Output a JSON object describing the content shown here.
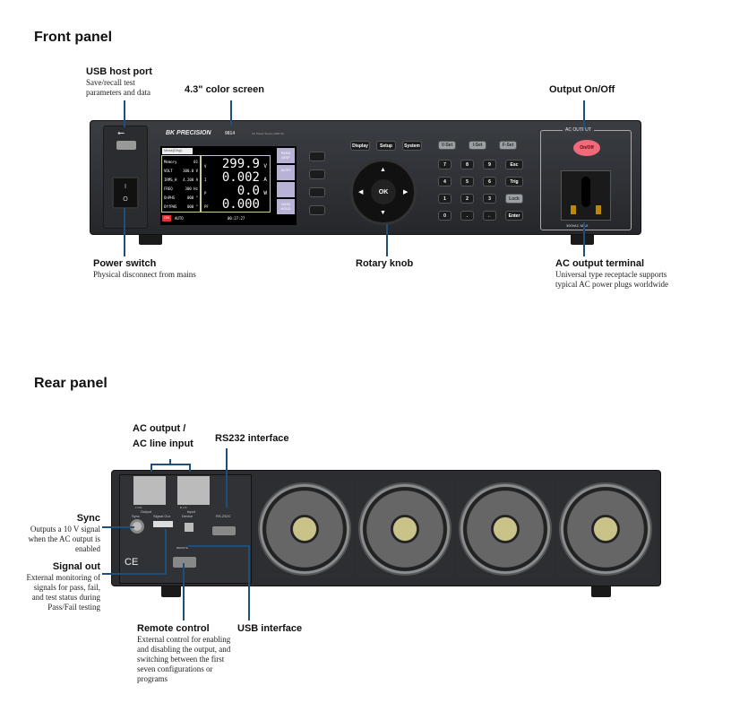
{
  "front": {
    "title": "Front panel",
    "usb": {
      "label": "USB host port",
      "desc": [
        "Save/recall test",
        "parameters and data"
      ]
    },
    "screen": {
      "label": "4.3\" color screen"
    },
    "onoff": {
      "label": "Output On/Off"
    },
    "power": {
      "label": "Power switch",
      "desc": [
        "Physical disconnect from mains"
      ]
    },
    "knob": {
      "label": "Rotary knob"
    },
    "terminal": {
      "label": "AC output terminal",
      "desc": [
        "Universal type receptacle supports",
        "typical AC power plugs worldwide"
      ]
    },
    "device": {
      "brand": "BK PRECISION",
      "model": "9814",
      "model_desc": "AC Power Source  1000 VA",
      "lcd": {
        "tab": "Meas(Disp)",
        "rows": [
          [
            "Memory",
            "01"
          ],
          [
            "VOLT",
            "300.0 V"
          ],
          [
            "IRMS_H",
            "4.200 A"
          ],
          [
            "FREQ",
            "300 Hz"
          ],
          [
            "OnPHS",
            "000 °"
          ],
          [
            "OffPHS",
            "000 °"
          ]
        ],
        "readings": [
          [
            "V",
            "299.9",
            "V"
          ],
          [
            "I",
            "0.002",
            "A"
          ],
          [
            "P",
            "0.0",
            "W"
          ],
          [
            "PF",
            "0.000",
            ""
          ]
        ],
        "status_on": "ON",
        "status_mode": "AUTO",
        "time": "00:27:27",
        "softkeys": [
          "PARA DISP",
          "AUTO",
          "",
          "DATA HOLD"
        ]
      },
      "menu_keys": [
        "Display",
        "Setup",
        "System"
      ],
      "set_keys": [
        "V-Set",
        "I-Set",
        "F-Set"
      ],
      "keypad": [
        [
          "7",
          "8",
          "9",
          "Esc"
        ],
        [
          "4",
          "5",
          "6",
          "Trig"
        ],
        [
          "1",
          "2",
          "3",
          "Lock"
        ],
        [
          "0",
          ".",
          "←",
          "Enter"
        ]
      ],
      "knob_center": "OK",
      "ac_output_title": "AC OUTPUT",
      "ac_onoff": "On/Off",
      "ac_max": "300VAC MAX",
      "switch_on": "I",
      "switch_off": "O"
    }
  },
  "rear": {
    "title": "Rear panel",
    "ac": {
      "label": [
        "AC output /",
        "AC line input"
      ]
    },
    "rs232": {
      "label": "RS232 interface"
    },
    "sync": {
      "label": "Sync",
      "desc": [
        "Outputs a 10 V signal",
        "when the AC output is",
        "enabled"
      ]
    },
    "signal": {
      "label": "Signal out",
      "desc": [
        "External monitoring of",
        "signals for pass, fail,",
        "and test status during",
        "Pass/Fail testing"
      ]
    },
    "remote": {
      "label": "Remote control",
      "desc": [
        "External control for enabling",
        "and disabling the output, and",
        "switching between the first",
        "seven configurations or",
        "programs"
      ]
    },
    "usbi": {
      "label": "USB interface"
    },
    "device": {
      "output": "Output",
      "input": "Input",
      "out_pins": "L  N  E",
      "in_pins": "E  L  N",
      "sync": "Sync",
      "signal_out": "Signal Out",
      "usb_device": "Device",
      "rs232c": "RS-232C",
      "remote": "REMOTE",
      "ce": "CE"
    }
  },
  "colors": {
    "callout": "#1f4e79",
    "onoff": "#f06a7a"
  }
}
